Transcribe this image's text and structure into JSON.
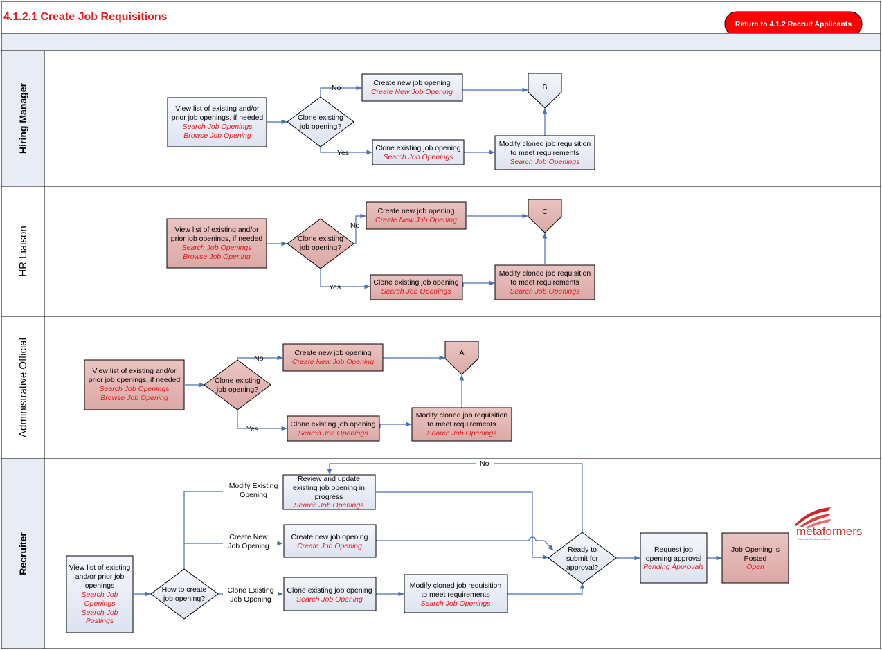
{
  "title": "4.1.2.1 Create Job Requisitions",
  "return_button": "Return to 4.1.2 Recruit Applicants",
  "colors": {
    "blue_fill": "#e8ecf5",
    "red_fill": "#e4b8b6",
    "title_red": "#e31a1c",
    "button_red": "#ff0000",
    "edge": "#4a72b0"
  },
  "lanes": {
    "hiring_manager": "Hiring Manager",
    "hr_liaison": "HR Liaison",
    "admin_official": "Administrative Official",
    "recruiter": "Recruiter"
  },
  "labels": {
    "no": "No",
    "yes": "Yes"
  },
  "hm": {
    "view": [
      "View list of existing and/or",
      "prior job openings, if needed"
    ],
    "view_links": [
      "Search Job Openings",
      "Browse Job Opening"
    ],
    "decision": [
      "Clone existing",
      "job opening?"
    ],
    "create": "Create new job opening",
    "create_link": "Create New Job Opening",
    "clone": "Clone existing job opening",
    "clone_link": "Search Job Openings",
    "modify": [
      "Modify cloned job requisition",
      "to meet requirements"
    ],
    "modify_link": "Search Job Openings",
    "connector": "B"
  },
  "hr": {
    "view": [
      "View list of existing and/or",
      "prior job openings, if needed"
    ],
    "view_links": [
      "Search Job Openings",
      "Browse Job Opening"
    ],
    "decision": [
      "Clone existing",
      "job opening?"
    ],
    "create": "Create new job opening",
    "create_link": "Create New Job Opening",
    "clone": "Clone existing job opening",
    "clone_link": "Search Job Openings",
    "modify": [
      "Modify cloned job requisition",
      "to meet requirements"
    ],
    "modify_link": "Search Job Openings",
    "connector": "C"
  },
  "ao": {
    "view": [
      "View list of existing and/or",
      "prior job openings, if needed"
    ],
    "view_links": [
      "Search Job Openings",
      "Browse Job Opening"
    ],
    "decision": [
      "Clone existing",
      "job opening?"
    ],
    "create": "Create new job opening",
    "create_link": "Create New Job Opening",
    "clone": "Clone existing job opening",
    "clone_link": "Search Job Openings",
    "modify": [
      "Modify cloned job requisition",
      "to meet requirements"
    ],
    "modify_link": "Search Job Openings",
    "connector": "A"
  },
  "rec": {
    "view": [
      "View list of existing",
      "and/or prior job",
      "openings"
    ],
    "view_links": [
      "Search Job",
      "Openings",
      "Search Job",
      "Postings"
    ],
    "decision": [
      "How to create",
      "job opening?"
    ],
    "branch_modify": [
      "Modify  Existing",
      "Opening"
    ],
    "branch_create": [
      "Create New",
      "Job Opening"
    ],
    "branch_clone": [
      "Clone Existing",
      "Job Opening"
    ],
    "review": [
      "Review and update",
      "existing job opening in",
      "progress"
    ],
    "review_link": "Search Job Openings",
    "create": "Create new job opening",
    "create_link": "Create Job Opening",
    "clone": "Clone existing job opening",
    "clone_link": "Search Job Opening",
    "modify": [
      "Modify cloned job requisition",
      "to meet requirements"
    ],
    "modify_link": "Search Job Openings",
    "ready": [
      "Ready to",
      "submit for",
      "approval?"
    ],
    "request": [
      "Request job",
      "opening approval"
    ],
    "request_link": "Pending Approvals",
    "posted": [
      "Job Opening is",
      "Posted"
    ],
    "posted_link": "Open"
  },
  "logo": {
    "name": "metaformers",
    "tagline": "Enterprise Solution Architects"
  }
}
